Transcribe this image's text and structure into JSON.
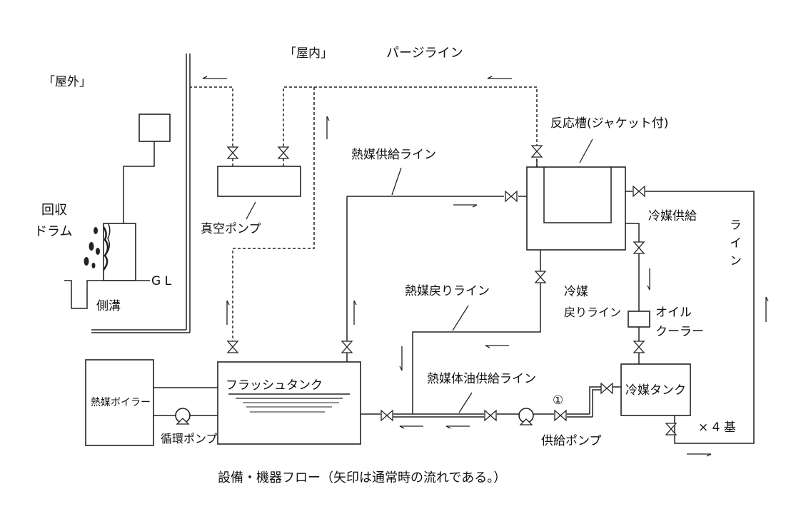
{
  "labels": {
    "outdoor": "「屋外」",
    "indoor": "「屋内」",
    "purge_line": "パージライン",
    "reactor": "反応槽(ジャケット付)",
    "heat_supply_line": "熱媒供給ライン",
    "recovery_drum_1": "回収",
    "recovery_drum_2": "ドラム",
    "vacuum_pump": "真空ポンプ",
    "gl": "G L",
    "side_ditch": "側溝",
    "coolant_supply": "冷媒供給",
    "line_vertical": "ライン",
    "heat_return_line": "熱媒戻りライン",
    "coolant_return_1": "冷媒",
    "coolant_return_2": "戻りライン",
    "oil_cooler_1": "オイル",
    "oil_cooler_2": "クーラー",
    "heat_oil_supply_line": "熱媒体油供給ライン",
    "flash_tank": "フラッシュタンク",
    "heat_boiler": "熱媒ボイラー",
    "circulation_pump": "循環ポンプ",
    "coolant_tank": "冷媒タンク",
    "circle_one": "①",
    "supply_pump": "供給ポンプ",
    "times_four": "× 4 基",
    "caption": "設備・機器フロー（矢印は通常時の流れである。）"
  }
}
